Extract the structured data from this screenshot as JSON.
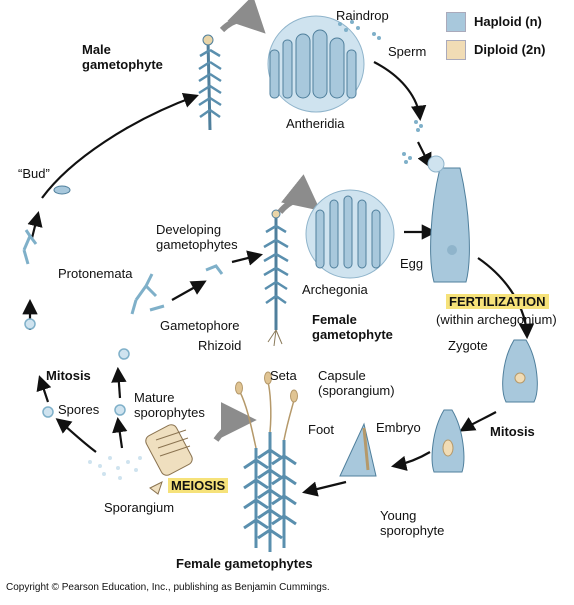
{
  "legend": {
    "haploid_label": "Haploid (n)",
    "diploid_label": "Diploid (2n)",
    "haploid_color": "#a8c8dc",
    "diploid_color": "#f1dcb5"
  },
  "labels": {
    "male_gametophyte": "Male\ngametophyte",
    "raindrop": "Raindrop",
    "sperm": "Sperm",
    "antheridia": "Antheridia",
    "bud": "“Bud”",
    "developing_gametophytes": "Developing\ngametophytes",
    "protonemata": "Protonemata",
    "egg": "Egg",
    "archegonia": "Archegonia",
    "female_gametophyte": "Female\ngametophyte",
    "gametophore": "Gametophore",
    "rhizoid": "Rhizoid",
    "fertilization": "FERTILIZATION",
    "within_archegonium": "(within archegonium)",
    "zygote": "Zygote",
    "mitosis_left": "Mitosis",
    "spores": "Spores",
    "mature_sporophytes": "Mature\nsporophytes",
    "seta": "Seta",
    "capsule": "Capsule\n(sporangium)",
    "foot": "Foot",
    "embryo": "Embryo",
    "mitosis_right": "Mitosis",
    "meiosis": "MEIOSIS",
    "sporangium": "Sporangium",
    "young_sporophyte": "Young\nsporophyte",
    "female_gametophytes": "Female gametophytes"
  },
  "copyright": "Copyright © Pearson Education, Inc., publishing as Benjamin Cummings."
}
